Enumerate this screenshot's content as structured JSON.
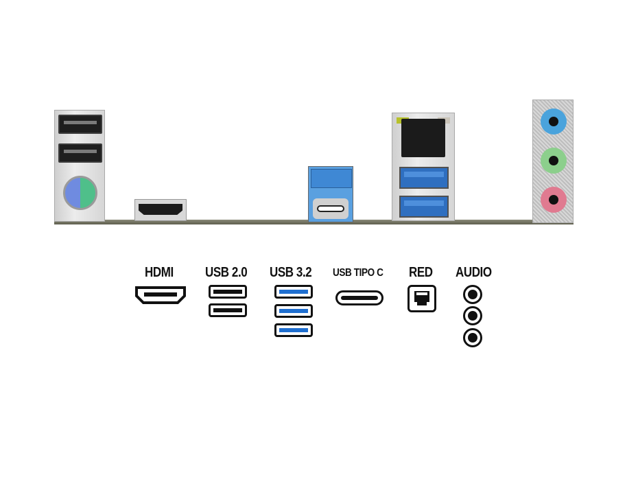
{
  "panel": {
    "colors": {
      "usb3_blue": "#2f6fc0",
      "audio_line_in": "#4aa3dc",
      "audio_line_out": "#8ccf8c",
      "audio_mic": "#e07a90",
      "ps2_keyboard": "#6f8be0",
      "ps2_mouse": "#4fbf8a"
    }
  },
  "legend": [
    {
      "label": "HDMI",
      "icon": "hdmi-icon"
    },
    {
      "label": "USB 2.0",
      "icon": "usb-a-icon",
      "count": 2
    },
    {
      "label": "USB 3.2",
      "icon": "usb-a-blue-icon",
      "count": 3
    },
    {
      "label": "USB TIPO C",
      "icon": "usb-c-icon"
    },
    {
      "label": "RED",
      "icon": "ethernet-icon"
    },
    {
      "label": "AUDIO",
      "icon": "audio-jack-icon",
      "count": 3
    }
  ]
}
